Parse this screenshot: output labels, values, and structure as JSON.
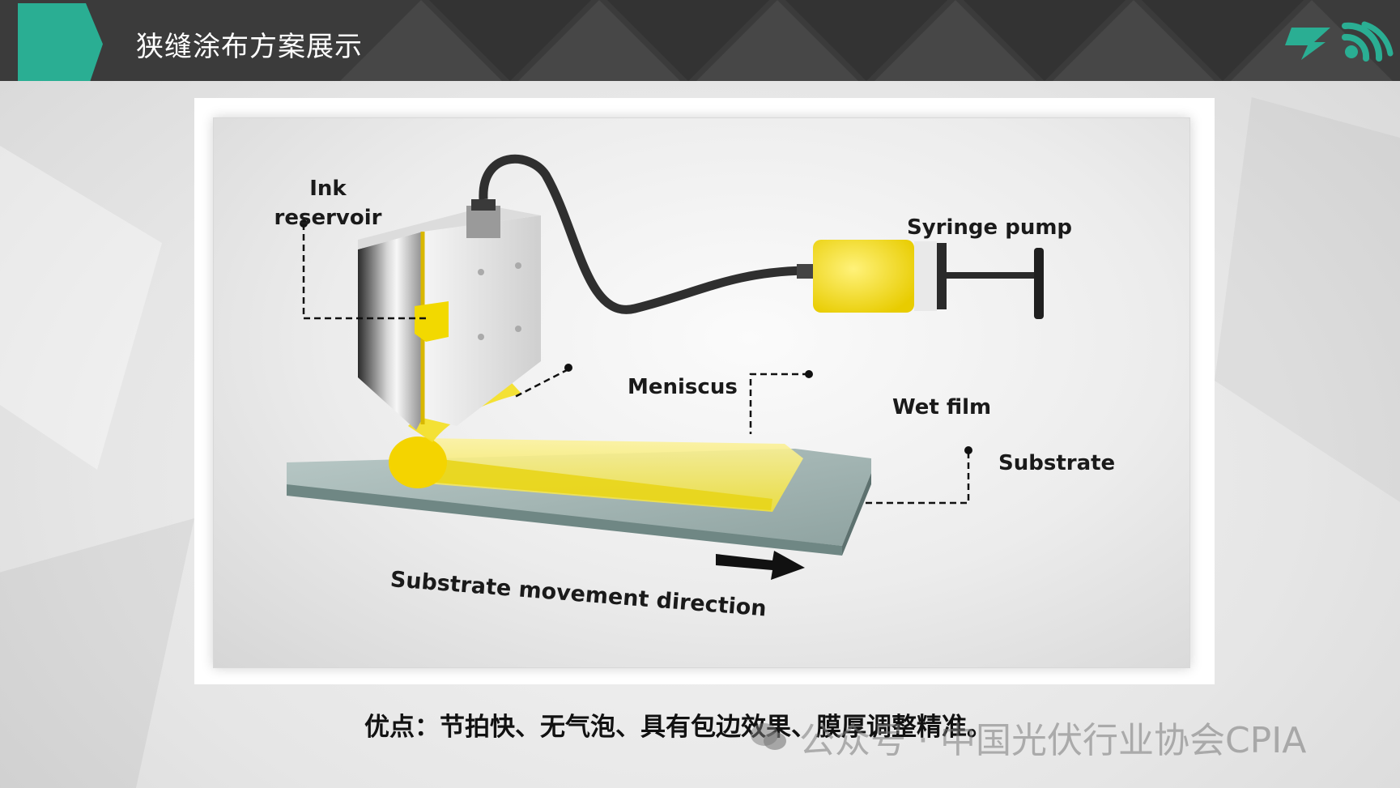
{
  "header": {
    "title": "狭缝涂布方案展示"
  },
  "diagram": {
    "labels": {
      "ink_reservoir_line1": "Ink",
      "ink_reservoir_line2": "reservoir",
      "syringe_pump": "Syringe pump",
      "meniscus": "Meniscus",
      "wet_film": "Wet film",
      "substrate": "Substrate",
      "movement_direction": "Substrate movement direction"
    }
  },
  "caption": "优点：节拍快、无气泡、具有包边效果、膜厚调整精准。",
  "watermark": "公众号 · 中国光伏行业协会CPIA",
  "colors": {
    "header_bg": "#3b3b3b",
    "accent_teal": "#2aae93",
    "ink_yellow": "#f5e21a",
    "text_dark": "#1a1a1a"
  },
  "icons": {
    "logo_left": "lightning-bolt-icon",
    "logo_right": "rss-feed-icon",
    "watermark": "wechat-icon"
  }
}
